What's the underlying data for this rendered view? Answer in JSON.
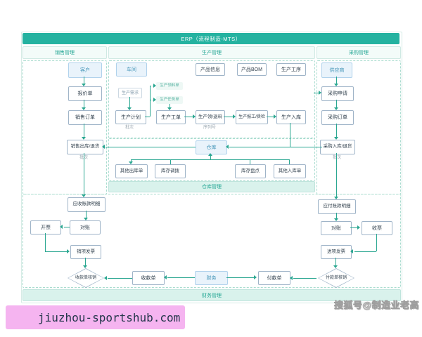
{
  "title": "ERP（流程制造-MTS）",
  "section_headers": {
    "sales": "销售管理",
    "production": "生产管理",
    "purchase": "采购管理"
  },
  "section_bars": {
    "warehouse": "仓库管理",
    "finance": "财务管理"
  },
  "sales": {
    "customer": "客户",
    "quotation": "报价单",
    "order": "销售订单",
    "outbound": "销售出库/退货",
    "outbound_tag": "批次"
  },
  "production": {
    "workshop": "车间",
    "product_info": "产品信息",
    "product_bom": "产品BOM",
    "process": "生产工序",
    "demand": "生产需求",
    "pick_pool": "生产领料单",
    "task_pool": "生产任务单",
    "plan": "生产计划",
    "plan_tag": "批次",
    "work_order": "生产工单",
    "pick_return": "生产领/退料",
    "pick_return_tag": "序列号",
    "report_qc": "生产报工/质检",
    "inbound": "生产入库"
  },
  "warehouse": {
    "store": "仓库",
    "other_out": "其他出库单",
    "transfer": "库存调拨",
    "stocktake": "库存盘点",
    "other_in": "其他入库单"
  },
  "purchase": {
    "supplier": "供应商",
    "request": "采购申请",
    "order": "采购订单",
    "inbound": "采购入库/退货",
    "inbound_tag": "批次"
  },
  "finance": {
    "ar_detail": "应收账款明细",
    "invoice_make": "开票",
    "recon_left": "对账",
    "sales_invoice": "销项发票",
    "receipt_writeoff": "收款单核销",
    "receipt": "收款单",
    "finance": "财务",
    "payment": "付款单",
    "ap_detail": "应付账款明细",
    "recon_right": "对账",
    "invoice_receive": "收票",
    "purchase_invoice": "进项发票",
    "payment_writeoff": "付款单核销"
  },
  "watermarks": {
    "site": "jiuzhou-sportshub.com",
    "sohu": "搜狐号@制造业老高"
  },
  "colors": {
    "accent_teal": "#24b2a0",
    "bar_bg": "#d9f2ec",
    "node_border": "#9fb4c8",
    "highlight_bg": "#e9f3fb",
    "highlight_text": "#4596b8",
    "arrow": "#2aa791",
    "watermark_pink": "#f5b4f0"
  }
}
